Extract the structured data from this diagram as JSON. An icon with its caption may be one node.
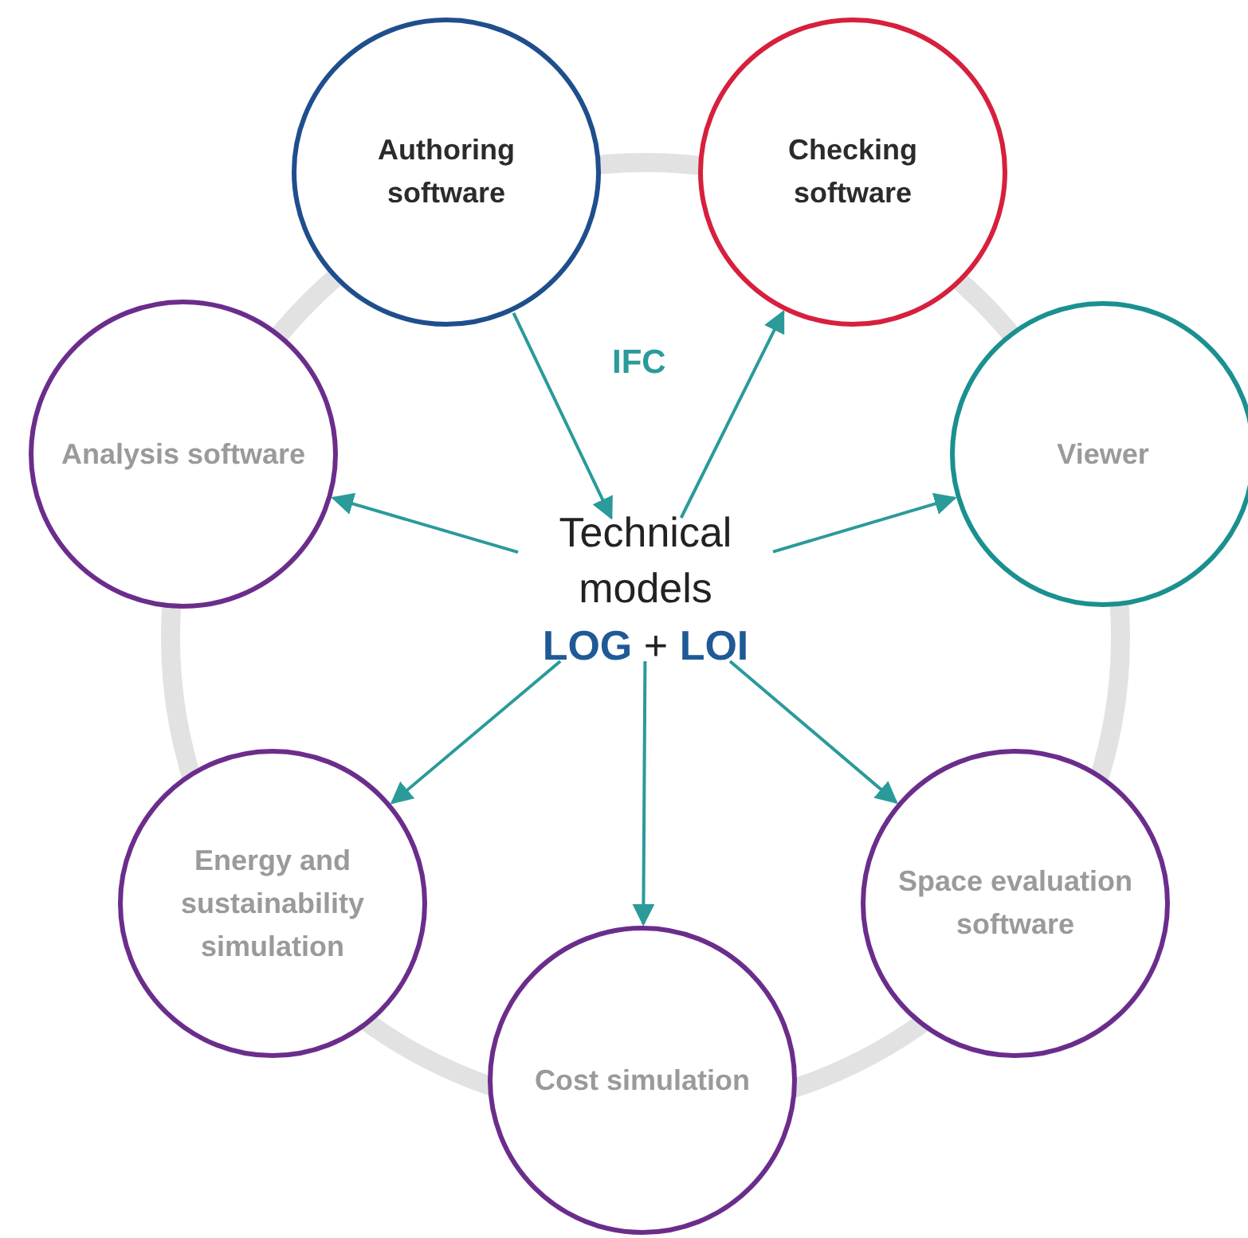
{
  "diagram": {
    "nodes": [
      {
        "text": [
          "Authoring software"
        ]
      },
      {
        "text": [
          "Checking software"
        ]
      },
      {
        "text": [
          "Viewer"
        ]
      },
      {
        "text": [
          "Analysis software"
        ]
      },
      {
        "text": [
          "Technical models",
          "**LOG** + **LOI**"
        ]
      },
      {
        "text": [
          "Energy and sustainability simulation"
        ]
      },
      {
        "text": [
          "Cost simulation"
        ]
      },
      {
        "text": [
          "Space evaluation software"
        ]
      }
    ],
    "edges": [
      {
        "from": 0,
        "to": 4,
        "arrow": "to"
      },
      {
        "from": 4,
        "to": 1,
        "arrow": "to"
      },
      {
        "from": 4,
        "to": 2,
        "arrow": "to"
      },
      {
        "from": 4,
        "to": 3,
        "arrow": "to"
      },
      {
        "from": 4,
        "to": 5,
        "arrow": "to"
      },
      {
        "from": 4,
        "to": 6,
        "arrow": "to"
      },
      {
        "from": 4,
        "to": 7,
        "arrow": "to"
      }
    ],
    "labels": [
      "IFC"
    ]
  }
}
